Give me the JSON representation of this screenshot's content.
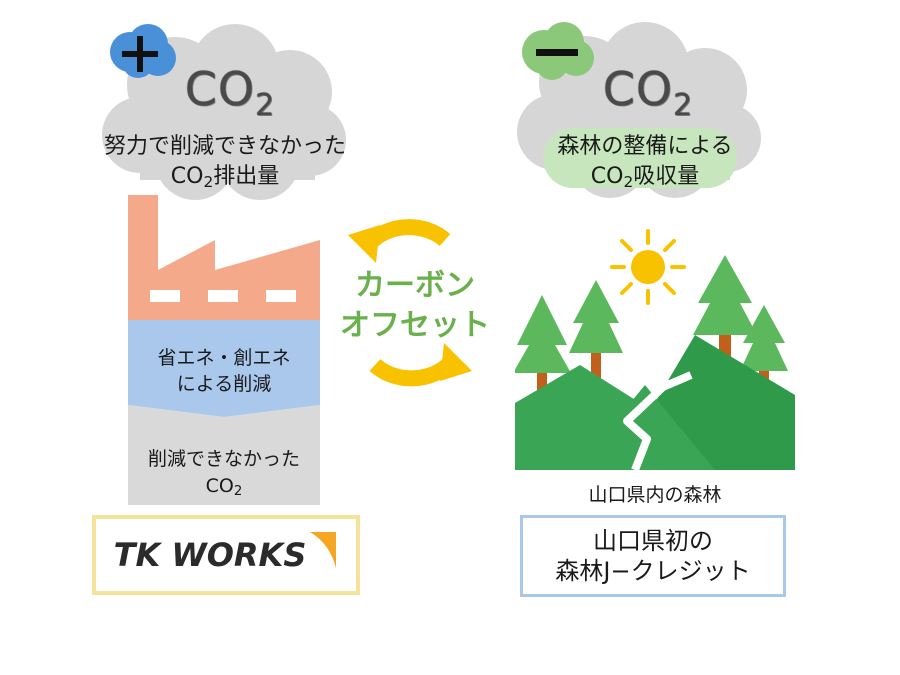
{
  "left": {
    "sign": "+",
    "co2_main": "CO",
    "co2_sub": "2",
    "cloud_line1": "努力で削減できなかった",
    "cloud_line2_prefix": "CO",
    "cloud_line2_sub": "2",
    "cloud_line2_suffix": "排出量",
    "band_line1": "省エネ・創エネ",
    "band_line2": "による削減",
    "remain_line1": "削減できなかった",
    "remain_line2_prefix": "CO",
    "remain_line2_sub": "2",
    "logo_text": "TK WORKS"
  },
  "center": {
    "line1": "カーボン",
    "line2": "オフセット"
  },
  "right": {
    "sign": "−",
    "co2_main": "CO",
    "co2_sub": "2",
    "cloud_line1": "森林の整備による",
    "cloud_line2_prefix": "CO",
    "cloud_line2_sub": "2",
    "cloud_line2_suffix": "吸収量",
    "forest_caption": "山口県内の森林",
    "credit_line1": "山口県初の",
    "credit_line2": "森林J−クレジット"
  },
  "colors": {
    "plus_badge": "#4a90d9",
    "minus_badge": "#8bc87a",
    "factory": "#f4a98a",
    "band": "#a9c8ec",
    "remain": "#d9d9d9",
    "cloud": "#d6d6d6",
    "green_cloud": "#c7e6bd",
    "offset_text": "#6ab04c",
    "arrow": "#f8c200",
    "mountain": "#3aa655",
    "tree": "#5cb85c",
    "trunk": "#c0601a",
    "sun": "#f8c200",
    "logo_border": "#f5e39a",
    "credit_border": "#a9c8ec"
  }
}
